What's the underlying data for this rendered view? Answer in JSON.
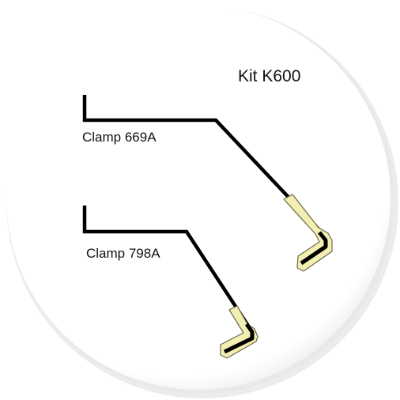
{
  "kit": {
    "title": "Kit K600"
  },
  "clamps": [
    {
      "label": "Clamp 669A"
    },
    {
      "label": "Clamp 798A"
    }
  ],
  "colors": {
    "background": "#ffffff",
    "disc": "#ffffff",
    "disc_shadow": "#d8d8d8",
    "wire": "#000000",
    "pad_fill": "#f3efb3",
    "pad_outline": "#6b6a45"
  }
}
